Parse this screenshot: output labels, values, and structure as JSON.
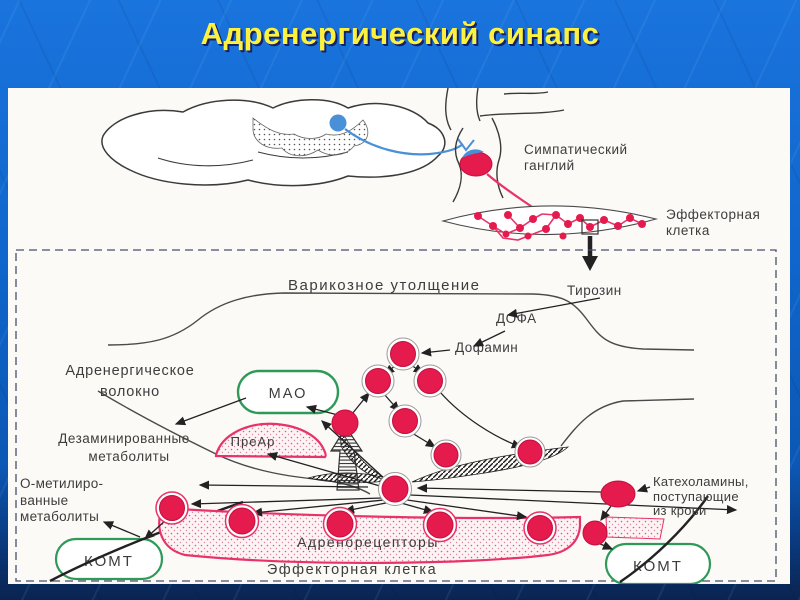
{
  "slide": {
    "title": "Адренергический синапс"
  },
  "colors": {
    "background_blue": "#0f65cb",
    "background_dark_navy": "#0a2450",
    "title_yellow": "#fdf13f",
    "title_shadow_navy": "#14226e",
    "panel_white": "#fcfaf7",
    "vesicle_red": "#e51a4d",
    "receptor_pink_outline": "#e8336a",
    "enzyme_green": "#2f9958",
    "neuron_blue": "#4a90d9",
    "line_dark": "#333333"
  },
  "diagram": {
    "top_labels": {
      "sympathetic_ganglion": [
        "Симпатический",
        "ганглий"
      ],
      "effector_cell_top": [
        "Эффекторная",
        "клетка"
      ]
    },
    "labels": {
      "varicosity": "Варикозное утолщение",
      "tyrosine": "Тирозин",
      "dopa": "ДОФА",
      "dopamine": "Дофамин",
      "adrenergic_fiber": [
        "Адренергическое",
        "волокно"
      ],
      "mao": "МАО",
      "prear": "ПреАр",
      "deaminated": [
        "Дезаминированные",
        "метаболиты"
      ],
      "o_methylated": [
        "О-метилиро-",
        "ванные",
        "метаболиты"
      ],
      "catecholamines": [
        "Катехоламины,",
        "поступающие",
        "из крови"
      ],
      "komt_left": "КОМТ",
      "komt_right": "КОМТ",
      "adrenoreceptors": "Адренорецепторы",
      "effector_cell_bottom": "Эффекторная клетка"
    }
  }
}
